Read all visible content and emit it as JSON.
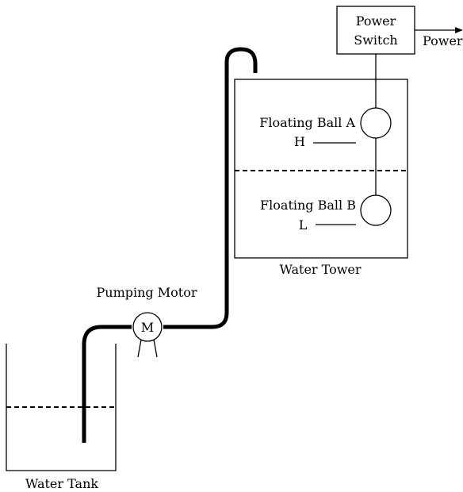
{
  "labels": {
    "power_switch_line1": "Power",
    "power_switch_line2": "Switch",
    "power": "Power",
    "floating_ball_a": "Floating Ball A",
    "floating_ball_b": "Floating Ball B",
    "level_h": "H",
    "level_l": "L",
    "water_tower": "Water Tower",
    "pumping_motor": "Pumping Motor",
    "motor_symbol": "M",
    "water_tank": "Water Tank"
  }
}
